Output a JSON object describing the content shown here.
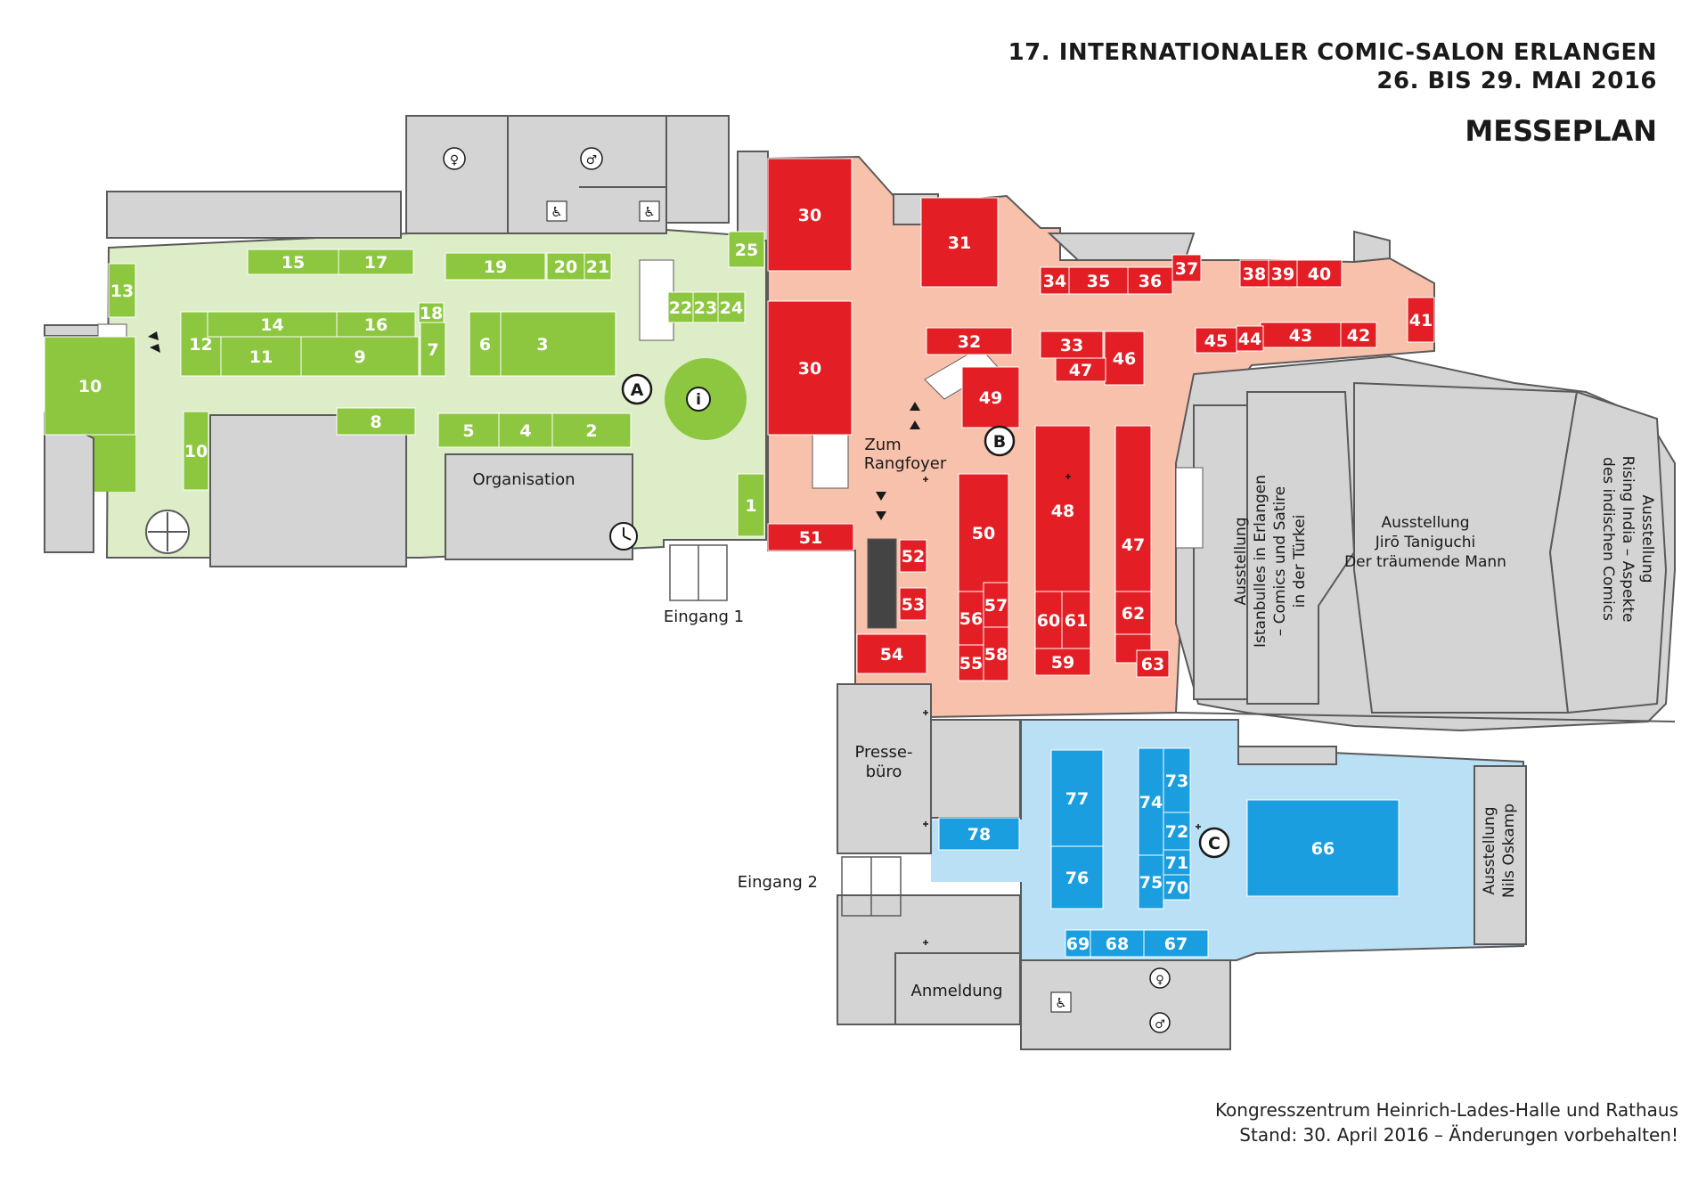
{
  "header": {
    "title": "17. INTERNATIONALER COMIC-SALON ERLANGEN",
    "dates": "26. BIS 29. MAI 2016",
    "subtitle": "MESSEPLAN"
  },
  "footer": {
    "venue": "Kongresszentrum Heinrich-Lades-Halle und Rathaus",
    "status": "Stand: 30. April 2016 – Änderungen vorbehalten!"
  },
  "colors": {
    "zone_a_floor": "#dcedc8",
    "zone_a_booth": "#8dc63f",
    "zone_b_floor": "#f8c1ac",
    "zone_b_booth": "#e31e24",
    "zone_c_floor": "#b9e0f5",
    "zone_c_booth": "#1a9ee0",
    "building": "#d4d4d4"
  },
  "zones": {
    "a": "A",
    "b": "B",
    "c": "C"
  },
  "labels": {
    "organisation": "Organisation",
    "eingang1": "Eingang 1",
    "eingang2": "Eingang 2",
    "rangfoyer_line1": "Zum",
    "rangfoyer_line2": "Rangfoyer",
    "presse_line1": "Presse-",
    "presse_line2": "büro",
    "anmeldung": "Anmeldung"
  },
  "exhibitions": {
    "taniguchi": [
      "Ausstellung",
      "Jirō Taniguchi",
      "Der träumende Mann"
    ],
    "istanbul": [
      "Ausstellung",
      "Istanbulles in Erlangen",
      "– Comics und Satire",
      "in der Türkei"
    ],
    "india": [
      "Ausstellung",
      "Rising India – Aspekte",
      "des indischen Comics"
    ],
    "oskamp": [
      "Ausstellung",
      "Nils Oskamp"
    ]
  },
  "booths": {
    "a": [
      "1",
      "2",
      "3",
      "4",
      "5",
      "6",
      "7",
      "8",
      "9",
      "10",
      "10",
      "11",
      "12",
      "13",
      "14",
      "15",
      "16",
      "17",
      "18",
      "19",
      "20",
      "21",
      "22",
      "23",
      "24",
      "25"
    ],
    "b": [
      "30",
      "30",
      "31",
      "32",
      "33",
      "34",
      "35",
      "36",
      "37",
      "38",
      "39",
      "40",
      "41",
      "42",
      "43",
      "44",
      "45",
      "46",
      "47",
      "47",
      "48",
      "49",
      "50",
      "51",
      "52",
      "53",
      "54",
      "55",
      "56",
      "57",
      "58",
      "59",
      "60",
      "61",
      "62",
      "63"
    ],
    "c": [
      "66",
      "67",
      "68",
      "69",
      "70",
      "71",
      "72",
      "73",
      "74",
      "75",
      "76",
      "77",
      "78"
    ]
  },
  "icons": [
    "info-icon",
    "wc-women-icon",
    "wc-men-icon",
    "wheelchair-icon",
    "first-aid-icon",
    "clock-icon",
    "stair-arrow-icon",
    "revolving-door-icon"
  ]
}
